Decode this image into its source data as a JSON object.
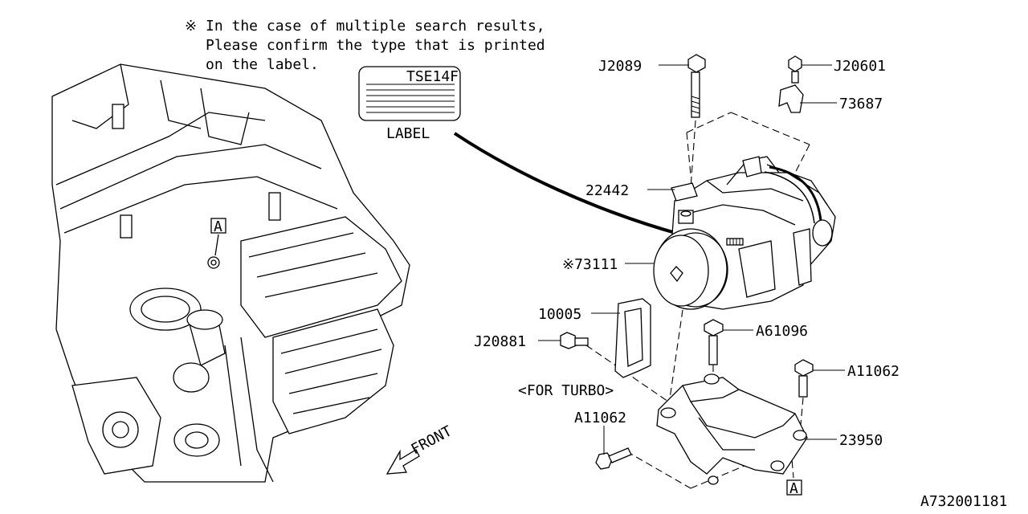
{
  "note": {
    "mark": "※",
    "lines": [
      "In the case of multiple search results,",
      "Please confirm the type that is printed",
      "on the label."
    ]
  },
  "label_box": {
    "type_code": "TSE14F",
    "caption": "LABEL"
  },
  "parts": {
    "j2089": "J2089",
    "j20601": "J20601",
    "p73687": "73687",
    "p22442": "22442",
    "p73111": "※73111",
    "p10005": "10005",
    "j20881": "J20881",
    "for_turbo": "<FOR TURBO>",
    "a61096": "A61096",
    "a11062_right": "A11062",
    "a11062_left": "A11062",
    "p23950": "23950"
  },
  "ref_markers": {
    "engine": "A",
    "bracket": "A"
  },
  "front_label": "FRONT",
  "diagram_id": "A732001181"
}
